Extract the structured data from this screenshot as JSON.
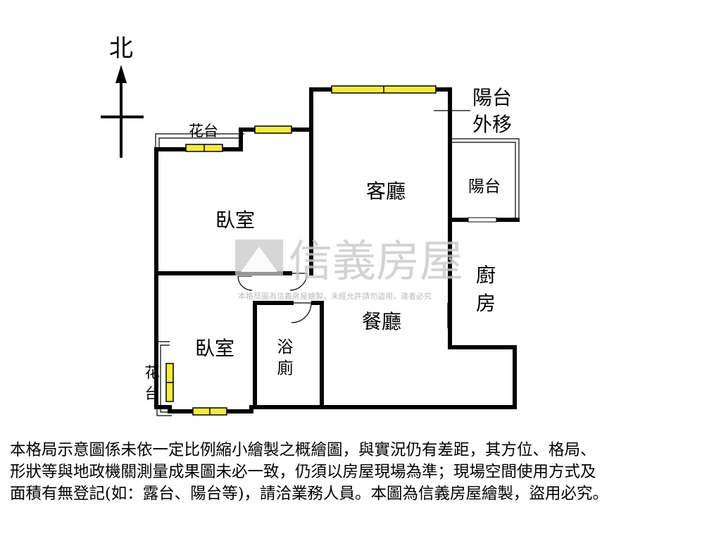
{
  "compass": {
    "north_label": "北"
  },
  "rooms": {
    "living_room": "客廳",
    "dining_room": "餐廳",
    "bedroom_upper": "臥室",
    "bedroom_lower": "臥室",
    "bathroom_line1": "浴",
    "bathroom_line2": "廁",
    "kitchen_line1": "廚",
    "kitchen_line2": "房",
    "balcony": "陽台",
    "planter_top": "花台",
    "planter_left_line1": "花",
    "planter_left_line2": "台",
    "balcony_moved_line1": "陽台",
    "balcony_moved_line2": "外移"
  },
  "watermark": {
    "brand": "信義房屋",
    "small_text": "本格局圖為信義房屋繪製，未經允許請勿盜用，違者必究"
  },
  "disclaimer": {
    "line1": "本格局示意圖係未依一定比例縮小繪製之概繪圖，與實況仍有差距，其方位、格局、",
    "line2": "形狀等與地政機關測量成果圖未必一致，仍須以房屋現場為準；現場空間使用方式及",
    "line3": "面積有無登記(如：露台、陽台等)，請洽業務人員。本圖為信義房屋繪製，盜用必究。"
  },
  "colors": {
    "wall": "#000000",
    "window_fill": "#f2ec3c",
    "watermark": "#c8c8c8"
  }
}
